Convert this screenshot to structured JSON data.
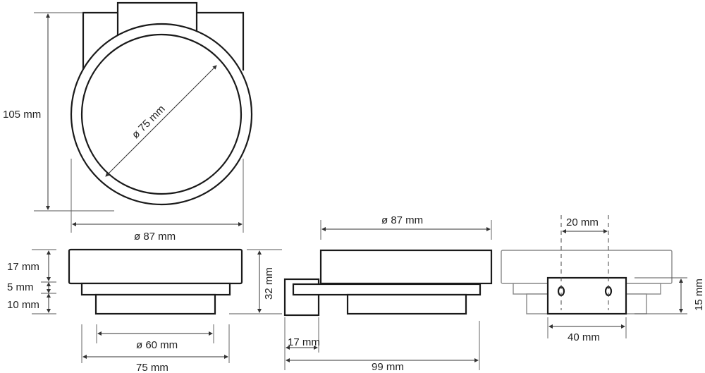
{
  "top_view": {
    "height": "105 mm",
    "inner_diameter": "ø 75 mm",
    "outer_diameter": "ø 87 mm"
  },
  "front_view": {
    "top": "17 mm",
    "middle": "5 mm",
    "bottom": "10 mm",
    "total_height": "32 mm",
    "base_diameter": "ø 60 mm",
    "width": "75 mm"
  },
  "side_view": {
    "diameter": "ø 87 mm",
    "bracket": "17 mm",
    "depth": "99 mm"
  },
  "back_view": {
    "hole_spacing": "20 mm",
    "plate_height": "15 mm",
    "plate_width": "40 mm"
  }
}
